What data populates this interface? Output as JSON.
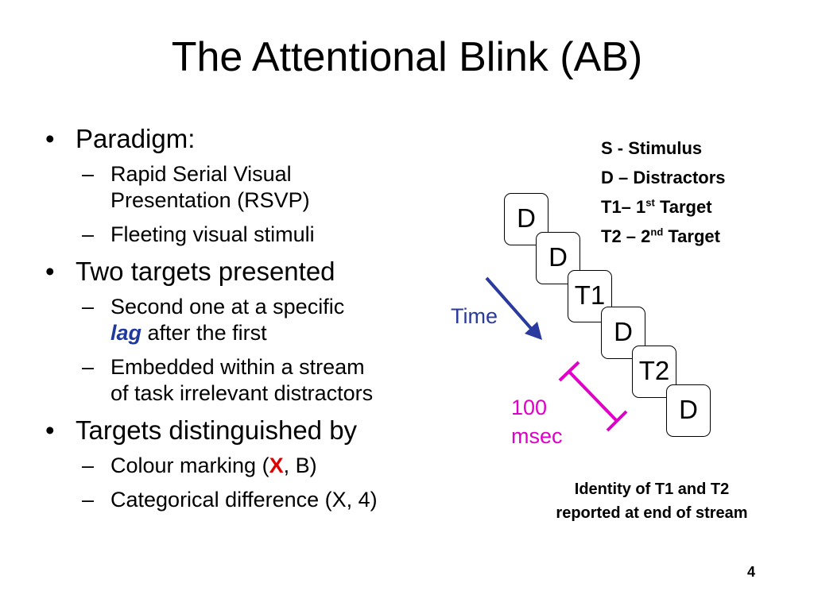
{
  "slide": {
    "title": "The Attentional Blink (AB)",
    "page_number": "4"
  },
  "bullets": {
    "b1": "Paradigm:",
    "b1_s1_line1": "Rapid Serial Visual",
    "b1_s1_line2": "Presentation (RSVP)",
    "b1_s2": "Fleeting visual stimuli",
    "b2": "Two targets presented",
    "b2_s1_line1": "Second one at a specific",
    "b2_s1_lag": "lag",
    "b2_s1_line2_rest": " after the first",
    "b2_s2_line1": "Embedded within a stream",
    "b2_s2_line2": "of task irrelevant distractors",
    "b3": "Targets distinguished by",
    "b3_s1_pre": "Colour marking (",
    "b3_s1_x": "X",
    "b3_s1_post": ", B)",
    "b3_s2": "Categorical difference (X, 4)"
  },
  "legend": {
    "s": "S - Stimulus",
    "d": "D – Distractors",
    "t1_pre": "T1– 1",
    "t1_sup": "st",
    "t1_post": " Target",
    "t2_pre": "T2 – 2",
    "t2_sup": "nd",
    "t2_post": " Target"
  },
  "diagram": {
    "cards": [
      "D",
      "D",
      "T1",
      "D",
      "T2",
      "D"
    ],
    "time_label": "Time",
    "duration_line1": "100",
    "duration_line2": "msec",
    "caption_line1": "Identity of T1 and T2",
    "caption_line2": "reported at end of stream",
    "colors": {
      "time_arrow": "#2b3a9e",
      "duration_marker": "#e000c8"
    }
  }
}
